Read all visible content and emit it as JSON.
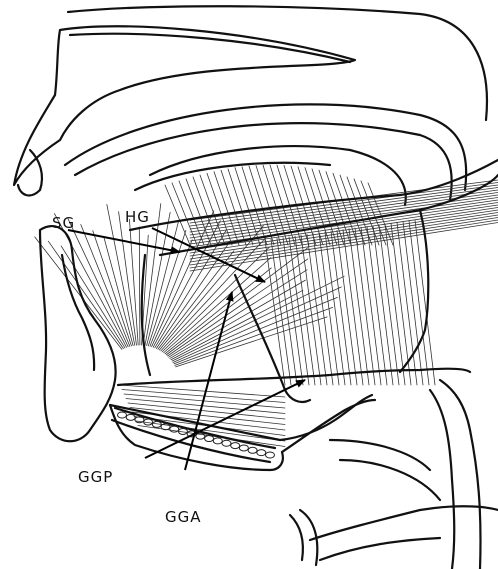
{
  "labels": {
    "sg": "SG",
    "hg": "HG",
    "ggp": "GGP",
    "gga": "GGA"
  }
}
